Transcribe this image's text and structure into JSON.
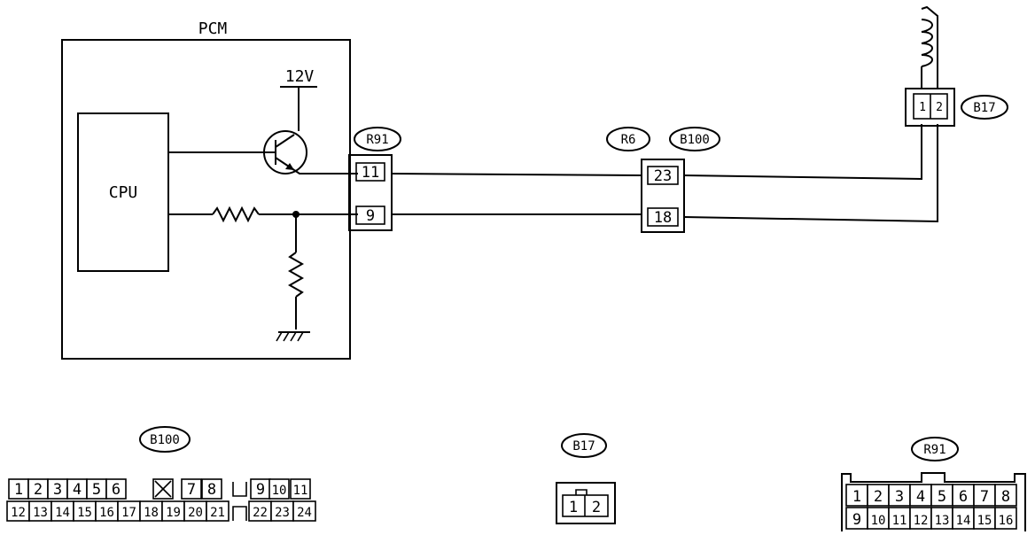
{
  "pcm": {
    "title": "PCM",
    "cpu_label": "CPU",
    "supply_label": "12V"
  },
  "connectors": {
    "r91": {
      "id": "R91",
      "pin_top": "11",
      "pin_bottom": "9"
    },
    "r6": {
      "id": "R6"
    },
    "b100": {
      "id": "B100",
      "pin_top": "23",
      "pin_bottom": "18"
    },
    "b17": {
      "id": "B17",
      "pin_left": "1",
      "pin_right": "2"
    }
  },
  "connector_faces": {
    "b100": {
      "id": "B100",
      "row1": [
        "1",
        "2",
        "3",
        "4",
        "5",
        "6",
        "",
        "7",
        "8",
        "",
        "9",
        "10",
        "11"
      ],
      "row2": [
        "12",
        "13",
        "14",
        "15",
        "16",
        "17",
        "18",
        "19",
        "20",
        "21",
        "",
        "22",
        "23",
        "24"
      ]
    },
    "b17": {
      "id": "B17",
      "pins": [
        "1",
        "2"
      ]
    },
    "r91": {
      "id": "R91",
      "row1": [
        "1",
        "2",
        "3",
        "4",
        "5",
        "6",
        "7",
        "8"
      ],
      "row2": [
        "9",
        "10",
        "11",
        "12",
        "13",
        "14",
        "15",
        "16"
      ]
    }
  }
}
